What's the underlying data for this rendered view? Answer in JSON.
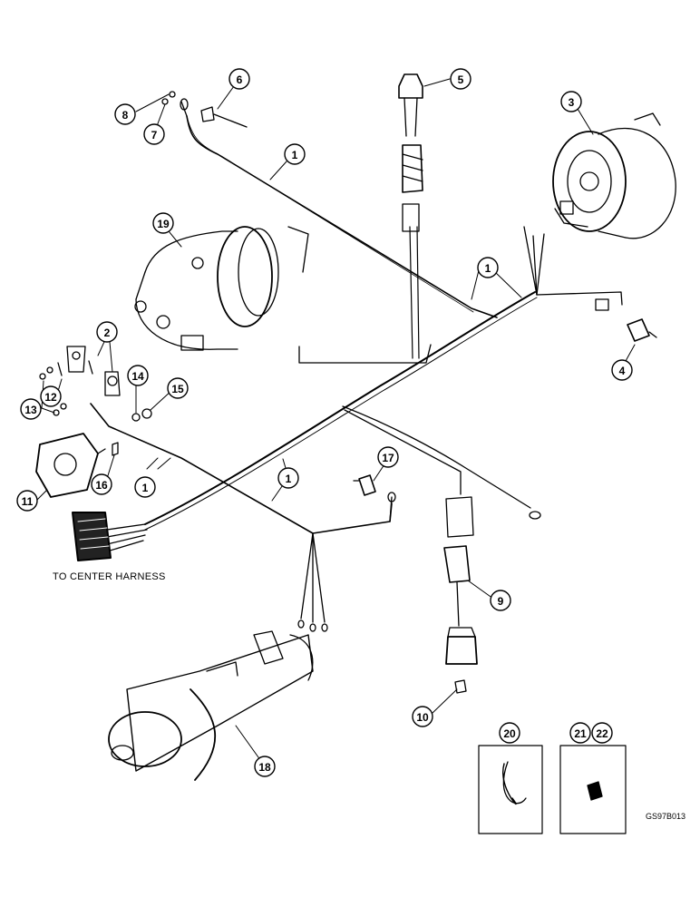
{
  "caption": "TO CENTER HARNESS",
  "reference_code": "GS97B013",
  "callouts": [
    "1",
    "1",
    "1",
    "1",
    "1",
    "2",
    "3",
    "4",
    "5",
    "6",
    "7",
    "8",
    "9",
    "10",
    "11",
    "12",
    "13",
    "14",
    "15",
    "16",
    "17",
    "18",
    "19",
    "20",
    "21",
    "22"
  ],
  "colors": {
    "line": "#000000",
    "background": "#ffffff"
  }
}
